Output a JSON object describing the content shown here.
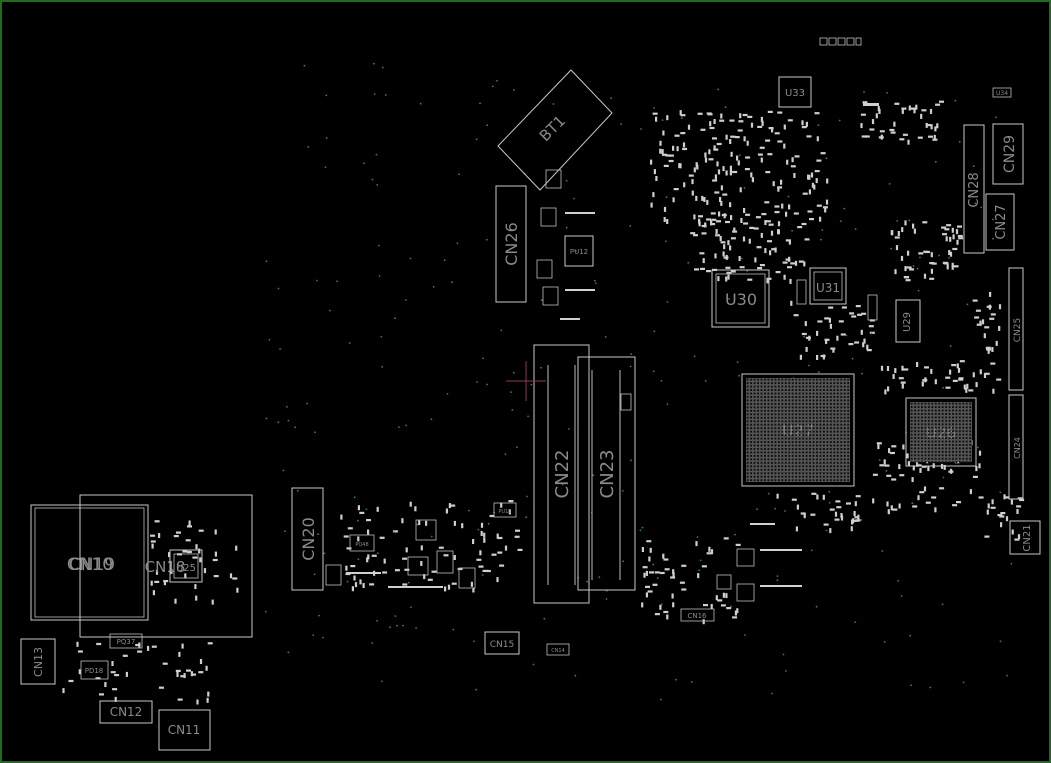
{
  "colors": {
    "background": "#000000",
    "border": "#1f6b1f",
    "outline": "#c8c8c8",
    "label": "#8a8a8a",
    "via": "#3a7a7a",
    "cursor": "#8a3b4a"
  },
  "components": {
    "bt1": "BT1",
    "cn26": "CN26",
    "pu12": "PU12",
    "u33": "U33",
    "u34": "U34",
    "cn29": "CN29",
    "cn28": "CN28",
    "cn27": "CN27",
    "u30": "U30",
    "u31": "U31",
    "u29": "U29",
    "cn25": "CN25",
    "u27": "U27",
    "u26": "U26",
    "cn24": "CN24",
    "cn22": "CN22",
    "cn23": "CN23",
    "cn20": "CN20",
    "cn21": "CN21",
    "cn19": "CN19",
    "cn10": "CN10",
    "cn18_left": "CN18",
    "u25": "U25",
    "pq37": "PQ37",
    "pd18": "PD18",
    "cn13": "CN13",
    "cn12": "CN12",
    "cn11": "CN11",
    "cn15": "CN15",
    "cn14": "CN14",
    "cn16": "CN16",
    "pq48": "PQ48",
    "pu11": "PU11"
  }
}
